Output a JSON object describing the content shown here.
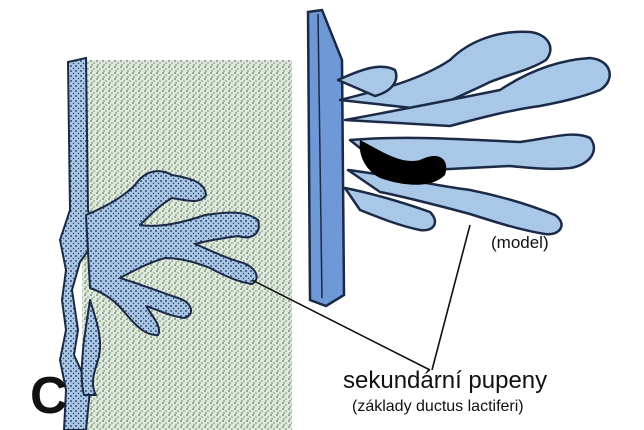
{
  "panel_letter": "C",
  "labels": {
    "model": "(model)",
    "secondary_buds": "sekundární pupeny",
    "secondary_buds_sub": "(základy ductus lactiferi)"
  },
  "colors": {
    "stroma": "#8fae8c",
    "epithelium_fill": "#a9c8e8",
    "epithelium_outline": "#1b2a46",
    "lumen": "#000000",
    "background": "#ffffff"
  }
}
